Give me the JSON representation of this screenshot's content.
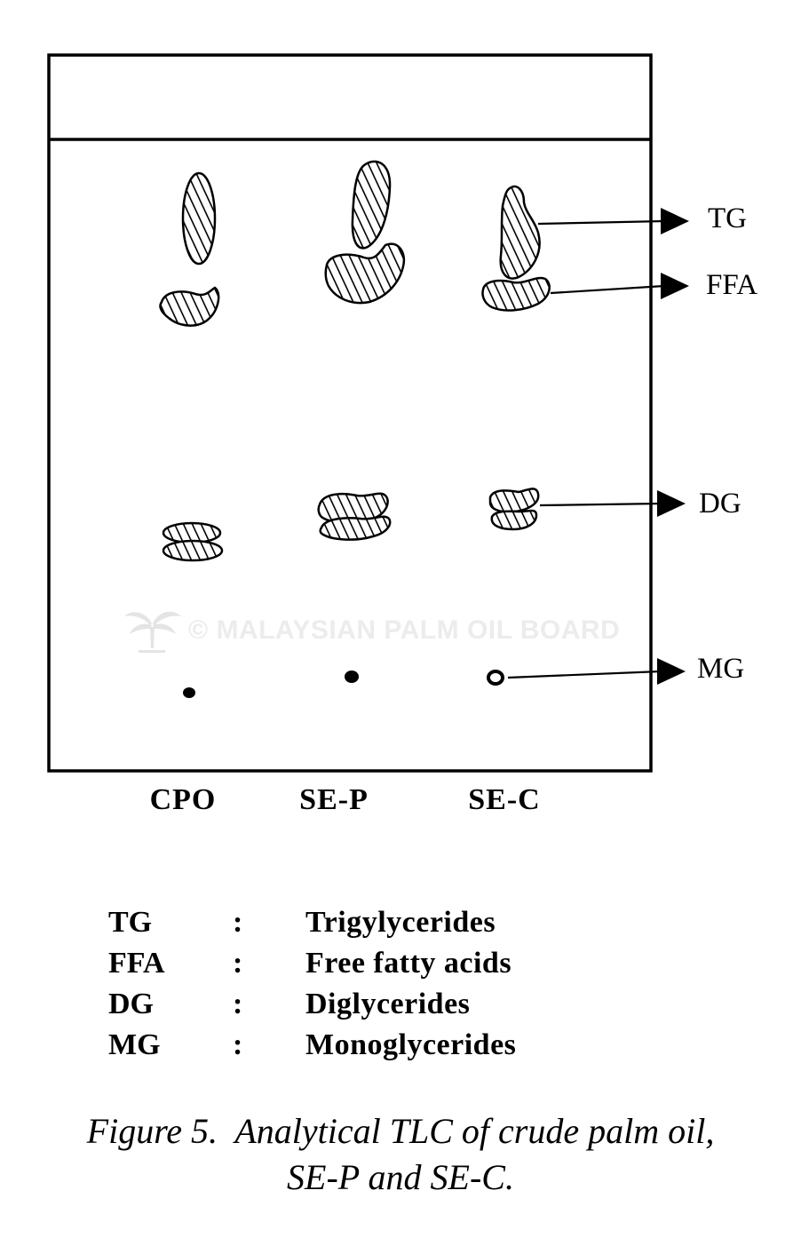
{
  "lanes": [
    {
      "id": "cpo",
      "label": "CPO"
    },
    {
      "id": "sep",
      "label": "SE-P"
    },
    {
      "id": "sec",
      "label": "SE-C"
    }
  ],
  "arrows": [
    {
      "id": "tg",
      "label": "TG"
    },
    {
      "id": "ffa",
      "label": "FFA"
    },
    {
      "id": "dg",
      "label": "DG"
    },
    {
      "id": "mg",
      "label": "MG"
    }
  ],
  "legend": [
    {
      "abbr": "TG",
      "sep": ":",
      "desc": "Trigylycerides"
    },
    {
      "abbr": "FFA",
      "sep": ":",
      "desc": "Free fatty acids"
    },
    {
      "abbr": "DG",
      "sep": ":",
      "desc": "Diglycerides"
    },
    {
      "abbr": "MG",
      "sep": ":",
      "desc": "Monoglycerides"
    }
  ],
  "caption": {
    "line1": "Figure 5.  Analytical TLC of crude palm oil,",
    "line2": "SE-P and SE-C."
  },
  "watermark": "© MALAYSIAN PALM OIL BOARD",
  "colors": {
    "ink": "#000000",
    "paper": "#ffffff",
    "watermark": "#ececec"
  }
}
